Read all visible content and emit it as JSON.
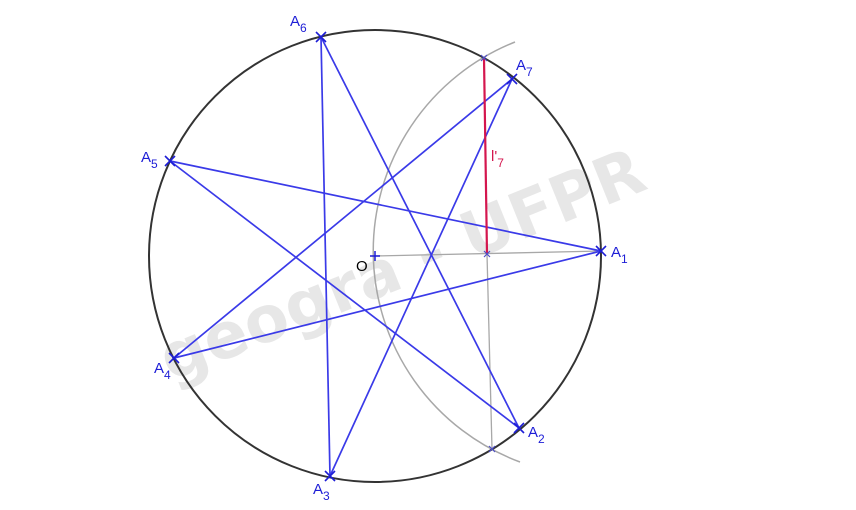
{
  "watermark": "geogra - UFPR",
  "colors": {
    "circle": "#333333",
    "star": "#3a3ae8",
    "construction": "#a8a8a8",
    "segment": "#d4164e",
    "label": "#1d1dd6"
  },
  "center": {
    "label": "O"
  },
  "vertices": [
    {
      "letter": "A",
      "index": "1"
    },
    {
      "letter": "A",
      "index": "2"
    },
    {
      "letter": "A",
      "index": "3"
    },
    {
      "letter": "A",
      "index": "4"
    },
    {
      "letter": "A",
      "index": "5"
    },
    {
      "letter": "A",
      "index": "6"
    },
    {
      "letter": "A",
      "index": "7"
    }
  ],
  "segment_label": {
    "main": "l'",
    "index": "7"
  }
}
